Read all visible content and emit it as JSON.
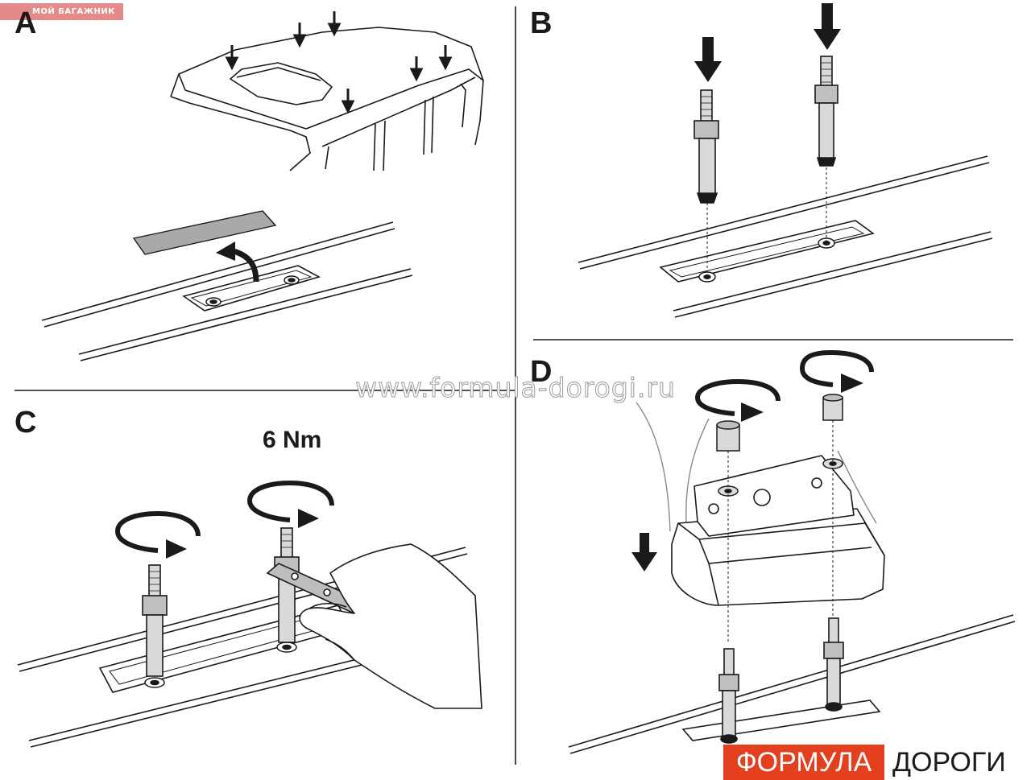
{
  "panels": {
    "a": {
      "letter": "A"
    },
    "b": {
      "letter": "B"
    },
    "c": {
      "letter": "C",
      "torque": "6 Nm"
    },
    "d": {
      "letter": "D"
    }
  },
  "watermark": "www.formula-dorogi.ru",
  "badge": "МОЙ БАГАЖНИК",
  "logo": {
    "part1": "ФОРМУЛА",
    "part2": "ДОРОГИ",
    "accent_color": "#e4401f"
  },
  "colors": {
    "line": "#1a1a1a",
    "pad": "#a9a9a9",
    "stud": "#d9d9d9"
  }
}
